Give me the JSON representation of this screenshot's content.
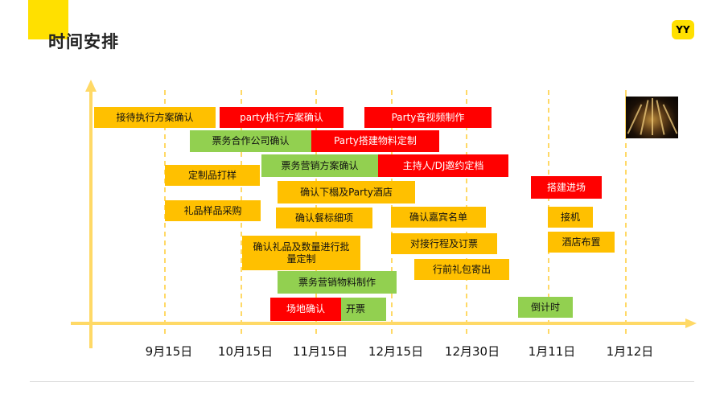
{
  "slide": {
    "title": "时间安排",
    "logo_text": "YY",
    "thumbnail_icon": "stage-photo"
  },
  "colors": {
    "yellow": "#FFE000",
    "orange": "#FFC000",
    "green": "#92D050",
    "red": "#FF0000",
    "axis": "#FFD966"
  },
  "timeline": {
    "dates": [
      "9月15日",
      "10月15日",
      "11月15日",
      "12月15日",
      "12月30日",
      "1月11日",
      "1月12日"
    ]
  },
  "tasks": [
    {
      "id": "t1",
      "label": "接待执行方案确认",
      "color": "orange"
    },
    {
      "id": "t2",
      "label": "party执行方案确认",
      "color": "red"
    },
    {
      "id": "t3",
      "label": "Party音视频制作",
      "color": "red"
    },
    {
      "id": "t4",
      "label": "票务合作公司确认",
      "color": "green"
    },
    {
      "id": "t5",
      "label": "Party搭建物料定制",
      "color": "red"
    },
    {
      "id": "t6",
      "label": "定制品打样",
      "color": "orange"
    },
    {
      "id": "t7",
      "label": "票务营销方案确认",
      "color": "green"
    },
    {
      "id": "t8",
      "label": "主持人/DJ邀约定档",
      "color": "red"
    },
    {
      "id": "t9",
      "label": "确认下榻及Party酒店",
      "color": "orange"
    },
    {
      "id": "t10",
      "label": "搭建进场",
      "color": "red"
    },
    {
      "id": "t11",
      "label": "礼品样品采购",
      "color": "orange"
    },
    {
      "id": "t12",
      "label": "确认餐标细项",
      "color": "orange"
    },
    {
      "id": "t13",
      "label": "确认嘉宾名单",
      "color": "orange"
    },
    {
      "id": "t14",
      "label": "接机",
      "color": "orange"
    },
    {
      "id": "t15",
      "label": "确认礼品及数量进行批量定制",
      "color": "orange"
    },
    {
      "id": "t16",
      "label": "对接行程及订票",
      "color": "orange"
    },
    {
      "id": "t17",
      "label": "酒店布置",
      "color": "orange"
    },
    {
      "id": "t18",
      "label": "行前礼包寄出",
      "color": "orange"
    },
    {
      "id": "t19",
      "label": "票务营销物料制作",
      "color": "green"
    },
    {
      "id": "t20",
      "label": "场地确认",
      "color": "red"
    },
    {
      "id": "t21",
      "label": "开票",
      "color": "green"
    },
    {
      "id": "t22",
      "label": "倒计时",
      "color": "green"
    }
  ]
}
